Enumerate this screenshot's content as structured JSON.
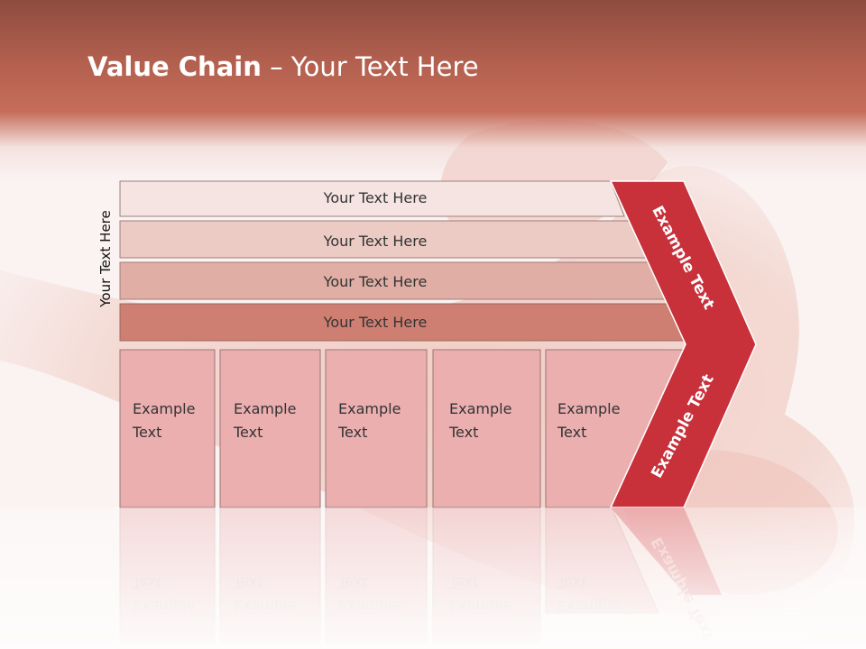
{
  "slide": {
    "title_bold": "Value Chain",
    "title_rest": " – Your Text Here",
    "side_label": "Your Text Here"
  },
  "bands": [
    {
      "label": "Your Text Here",
      "color": "#f5e4e2"
    },
    {
      "label": "Your Text Here",
      "color": "#ebcbc4"
    },
    {
      "label": "Your Text Here",
      "color": "#e0aea4"
    },
    {
      "label": "Your Text Here",
      "color": "#cf7f71"
    }
  ],
  "columns": [
    {
      "line1": "Example",
      "line2": "Text"
    },
    {
      "line1": "Example",
      "line2": "Text"
    },
    {
      "line1": "Example",
      "line2": "Text"
    },
    {
      "line1": "Example",
      "line2": "Text"
    },
    {
      "line1": "Example",
      "line2": "Text"
    }
  ],
  "arrow": {
    "upper_label": "Example Text",
    "lower_label": "Example Text",
    "color": "#c8303a"
  },
  "colors": {
    "column_fill": "#ebafb0",
    "column_stroke": "#9a7575",
    "header": "#b3604f"
  }
}
